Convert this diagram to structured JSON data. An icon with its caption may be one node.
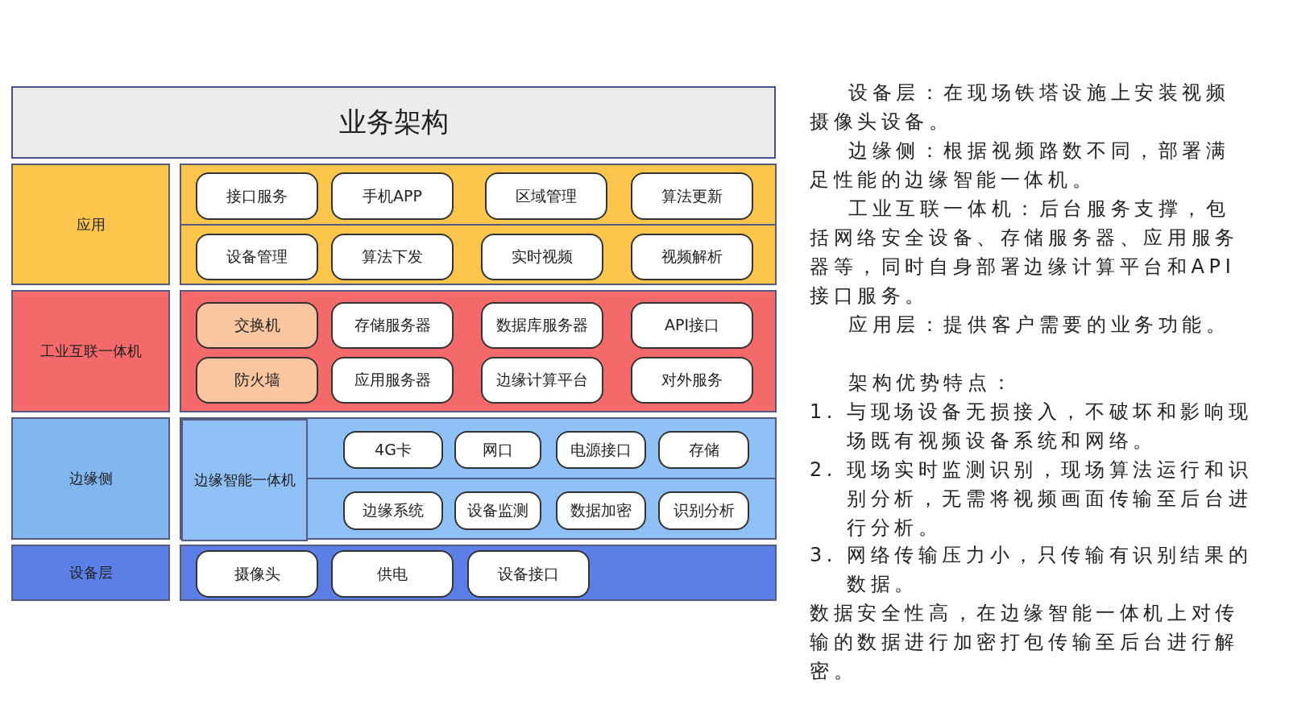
{
  "diagram": {
    "nodes": [
      {
        "text": [
          "业务架构"
        ]
      },
      {
        "text": [
          "应用"
        ]
      },
      {
        "text": [],
        "shape": "box"
      },
      {
        "text": [
          "接口服务"
        ],
        "in": 2
      },
      {
        "text": [
          "手机APP"
        ],
        "in": 2
      },
      {
        "text": [
          "区域管理"
        ],
        "in": 2
      },
      {
        "text": [
          "算法更新"
        ],
        "in": 2
      },
      {
        "text": [
          "设备管理"
        ],
        "in": 2
      },
      {
        "text": [
          "算法下发"
        ],
        "in": 2
      },
      {
        "text": [
          "实时视频"
        ],
        "in": 2
      },
      {
        "text": [
          "视频解析"
        ],
        "in": 2
      },
      {
        "text": [
          "工业互联一体机"
        ]
      },
      {
        "text": [],
        "shape": "box"
      },
      {
        "text": [
          "交换机"
        ],
        "in": 12
      },
      {
        "text": [
          "存储服务器"
        ],
        "in": 12
      },
      {
        "text": [
          "数据库服务器"
        ],
        "in": 12
      },
      {
        "text": [
          "API接口"
        ],
        "in": 12
      },
      {
        "text": [
          "防火墙"
        ],
        "in": 12
      },
      {
        "text": [
          "应用服务器"
        ],
        "in": 12
      },
      {
        "text": [
          "边缘计算平台"
        ],
        "in": 12
      },
      {
        "text": [
          "对外服务"
        ],
        "in": 12
      },
      {
        "text": [
          "边缘侧"
        ]
      },
      {
        "text": [],
        "shape": "box"
      },
      {
        "text": [
          "边缘智能一体机"
        ],
        "in": 22
      },
      {
        "text": [
          "4G卡"
        ],
        "in": 22
      },
      {
        "text": [
          "网口"
        ],
        "in": 22
      },
      {
        "text": [
          "电源接口"
        ],
        "in": 22
      },
      {
        "text": [
          "存储"
        ],
        "in": 22
      },
      {
        "text": [
          "边缘系统"
        ],
        "in": 22
      },
      {
        "text": [
          "设备监测"
        ],
        "in": 22
      },
      {
        "text": [
          "数据加密"
        ],
        "in": 22
      },
      {
        "text": [
          "识别分析"
        ],
        "in": 22
      },
      {
        "text": [
          "设备层"
        ]
      },
      {
        "text": [],
        "shape": "box"
      },
      {
        "text": [
          "摄像头"
        ],
        "in": 33
      },
      {
        "text": [
          "供电"
        ],
        "in": 33
      },
      {
        "text": [
          "设备接口"
        ],
        "in": 33
      }
    ],
    "edges": [],
    "labels": [
      "设备层：在现场铁塔设施上安装视频摄像头设备。",
      "边缘侧：根据视频路数不同，部署满足性能的边缘智能一体机。",
      "工业互联一体机：后台服务支撑，包括网络安全设备、存储服务器、应用服务器等，同时自身部署边缘计算平台和API接口服务。",
      "应用层：提供客户需要的业务功能。",
      "架构优势特点：",
      "1.",
      "与现场设备无损接入，不破坏和影响现场既有视频设备系统和网络。",
      "2.",
      "现场实时监测识别，现场算法运行和识别分析，无需将视频画面传输至后台进行分析。",
      "3.",
      "网络传输压力小，只传输有识别结果的数据。",
      "数据安全性高，在边缘智能一体机上对传输的数据进行加密打包传输至后台进行解密。"
    ]
  }
}
